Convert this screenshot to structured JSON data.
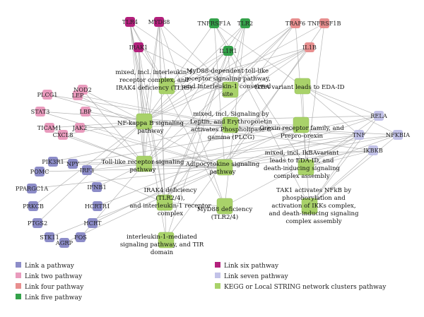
{
  "colors": {
    "one": "#8c8cc8",
    "two": "#e99bbd",
    "four": "#e88f8f",
    "five": "#34a24a",
    "six": "#b3207c",
    "seven": "#c2c2e8",
    "cluster": "#a9d26a",
    "edge": "#a8a8a8"
  },
  "genes": [
    {
      "id": "TLR4",
      "label": "TLR4",
      "group": "six"
    },
    {
      "id": "MYD88",
      "label": "MYD88",
      "group": "six"
    },
    {
      "id": "IRAK1",
      "label": "IRAK1",
      "group": "six"
    },
    {
      "id": "TNFRSF1A",
      "label": "TNFRSF1A",
      "group": "five"
    },
    {
      "id": "TLR2",
      "label": "TLR2",
      "group": "five"
    },
    {
      "id": "IL1R1",
      "label": "IL1R1",
      "group": "five"
    },
    {
      "id": "TRAF6",
      "label": "TRAF6",
      "group": "four"
    },
    {
      "id": "TNFRSF1B",
      "label": "TNFRSF1B",
      "group": "four"
    },
    {
      "id": "IL1B",
      "label": "IL1B",
      "group": "four"
    },
    {
      "id": "NOD2",
      "label": "NOD2",
      "group": "two"
    },
    {
      "id": "PLCG1",
      "label": "PLCG1",
      "group": "two"
    },
    {
      "id": "LEP",
      "label": "LEP",
      "group": "two"
    },
    {
      "id": "STAT3",
      "label": "STAT3",
      "group": "two"
    },
    {
      "id": "LBP",
      "label": "LBP",
      "group": "two"
    },
    {
      "id": "TICAM1",
      "label": "TICAM1",
      "group": "two"
    },
    {
      "id": "JAK2",
      "label": "JAK2",
      "group": "two"
    },
    {
      "id": "CXCL8",
      "label": "CXCL8",
      "group": "two"
    },
    {
      "id": "RELA",
      "label": "RELA",
      "group": "seven"
    },
    {
      "id": "TNF",
      "label": "TNF",
      "group": "seven"
    },
    {
      "id": "NFKBIA",
      "label": "NFKBIA",
      "group": "seven"
    },
    {
      "id": "IKBKB",
      "label": "IKBKB",
      "group": "seven"
    },
    {
      "id": "PIK3R1",
      "label": "PIK3R1",
      "group": "one"
    },
    {
      "id": "NPY",
      "label": "NPY",
      "group": "one"
    },
    {
      "id": "POMC",
      "label": "POMC",
      "group": "one"
    },
    {
      "id": "IRF3",
      "label": "IRF3",
      "group": "one"
    },
    {
      "id": "PPARGC1A",
      "label": "PPARGC1A",
      "group": "one"
    },
    {
      "id": "IFNB1",
      "label": "IFNB1",
      "group": "one"
    },
    {
      "id": "PRKCB",
      "label": "PRKCB",
      "group": "one"
    },
    {
      "id": "HCRTR1",
      "label": "HCRTR1",
      "group": "one"
    },
    {
      "id": "PTGS2",
      "label": "PTGS2",
      "group": "one"
    },
    {
      "id": "HCRT",
      "label": "HCRT",
      "group": "one"
    },
    {
      "id": "STK11",
      "label": "STK11",
      "group": "one"
    },
    {
      "id": "FOS",
      "label": "FOS",
      "group": "one"
    },
    {
      "id": "AGRP",
      "label": "AGRP",
      "group": "one"
    }
  ],
  "clusters": [
    {
      "id": "c_tlr5",
      "lines": [
        "mixed, incl. interleukin-1",
        "receptor complex, and",
        "IRAK4 deficiency (TLR5)"
      ]
    },
    {
      "id": "c_myd88tl",
      "lines": [
        "MyD88-dependent toll-like",
        "receptor signaling pathway,",
        "and Interleukin-1 conserved",
        "site"
      ]
    },
    {
      "id": "c_ikba",
      "lines": [
        "IkBA variant leads to EDA-ID"
      ]
    },
    {
      "id": "c_nfkb",
      "lines": [
        "NF-kappa B signaling",
        "pathway"
      ]
    },
    {
      "id": "c_leptin",
      "lines": [
        "mixed, incl. Signaling by",
        "Leptin, and Erythropoietin",
        "activates Phospholipase C",
        "gamma (PLCG)"
      ]
    },
    {
      "id": "c_orexin",
      "lines": [
        "Orexin receptor family, and",
        "Prepro-orexin"
      ]
    },
    {
      "id": "c_tollsig",
      "lines": [
        "Toll-like receptor signaling",
        "pathway"
      ]
    },
    {
      "id": "c_adipo",
      "lines": [
        "Adipocytokine signaling",
        "pathway"
      ]
    },
    {
      "id": "c_ikbavar",
      "lines": [
        "mixed, incl. IkBAvariant",
        "leads to EDA-ID, and",
        "death-inducing signaling",
        "complex assembly"
      ]
    },
    {
      "id": "c_irak4",
      "lines": [
        "IRAK4 deficiency",
        "(TLR2/4),",
        "and interleukin-1 receptor",
        "complex"
      ]
    },
    {
      "id": "c_myd88def",
      "lines": [
        "MyD88 deficiency",
        "(TLR2/4)"
      ]
    },
    {
      "id": "c_tak1",
      "lines": [
        "TAK1 activates NFkB by",
        "phosphorylation and",
        "activation of IKKs complex,",
        "and death-inducing signaling",
        "complex assembly"
      ]
    },
    {
      "id": "c_il1med",
      "lines": [
        "interleukin-1-mediated",
        "signaling pathway, and TIR",
        "domain"
      ]
    }
  ],
  "edges": [
    [
      "TLR4",
      "c_tlr5"
    ],
    [
      "TLR4",
      "c_nfkb"
    ],
    [
      "TLR4",
      "c_tollsig"
    ],
    [
      "TLR4",
      "c_irak4"
    ],
    [
      "TLR4",
      "c_myd88def"
    ],
    [
      "TLR4",
      "c_myd88tl"
    ],
    [
      "TLR4",
      "c_il1med"
    ],
    [
      "MYD88",
      "c_tlr5"
    ],
    [
      "MYD88",
      "c_myd88tl"
    ],
    [
      "MYD88",
      "c_tollsig"
    ],
    [
      "MYD88",
      "c_irak4"
    ],
    [
      "MYD88",
      "c_myd88def"
    ],
    [
      "MYD88",
      "c_il1med"
    ],
    [
      "MYD88",
      "c_nfkb"
    ],
    [
      "IRAK1",
      "c_tlr5"
    ],
    [
      "IRAK1",
      "c_myd88tl"
    ],
    [
      "IRAK1",
      "c_tollsig"
    ],
    [
      "IRAK1",
      "c_irak4"
    ],
    [
      "IRAK1",
      "c_nfkb"
    ],
    [
      "TNFRSF1A",
      "c_nfkb"
    ],
    [
      "TNFRSF1A",
      "c_adipo"
    ],
    [
      "TNFRSF1A",
      "c_ikbavar"
    ],
    [
      "TNFRSF1A",
      "c_tak1"
    ],
    [
      "TNFRSF1A",
      "c_ikba"
    ],
    [
      "TLR2",
      "c_tollsig"
    ],
    [
      "TLR2",
      "c_irak4"
    ],
    [
      "TLR2",
      "c_myd88def"
    ],
    [
      "TLR2",
      "c_nfkb"
    ],
    [
      "TLR2",
      "c_myd88tl"
    ],
    [
      "IL1R1",
      "c_tlr5"
    ],
    [
      "IL1R1",
      "c_myd88tl"
    ],
    [
      "IL1R1",
      "c_irak4"
    ],
    [
      "IL1R1",
      "c_il1med"
    ],
    [
      "IL1R1",
      "c_nfkb"
    ],
    [
      "TRAF6",
      "c_myd88tl"
    ],
    [
      "TRAF6",
      "c_tollsig"
    ],
    [
      "TRAF6",
      "c_nfkb"
    ],
    [
      "TRAF6",
      "c_tak1"
    ],
    [
      "TRAF6",
      "c_irak4"
    ],
    [
      "TNFRSF1B",
      "c_adipo"
    ],
    [
      "TNFRSF1B",
      "c_ikbavar"
    ],
    [
      "TNFRSF1B",
      "c_nfkb"
    ],
    [
      "IL1B",
      "c_tlr5"
    ],
    [
      "IL1B",
      "c_nfkb"
    ],
    [
      "IL1B",
      "c_tollsig"
    ],
    [
      "IL1B",
      "c_il1med"
    ],
    [
      "IL1B",
      "c_myd88tl"
    ],
    [
      "NOD2",
      "c_nfkb"
    ],
    [
      "NOD2",
      "c_tollsig"
    ],
    [
      "PLCG1",
      "c_leptin"
    ],
    [
      "PLCG1",
      "c_nfkb"
    ],
    [
      "LEP",
      "c_leptin"
    ],
    [
      "LEP",
      "c_adipo"
    ],
    [
      "STAT3",
      "c_leptin"
    ],
    [
      "STAT3",
      "c_adipo"
    ],
    [
      "LBP",
      "c_nfkb"
    ],
    [
      "LBP",
      "c_tollsig"
    ],
    [
      "TICAM1",
      "c_tollsig"
    ],
    [
      "TICAM1",
      "c_nfkb"
    ],
    [
      "JAK2",
      "c_leptin"
    ],
    [
      "JAK2",
      "c_adipo"
    ],
    [
      "CXCL8",
      "c_tollsig"
    ],
    [
      "CXCL8",
      "c_nfkb"
    ],
    [
      "RELA",
      "c_nfkb"
    ],
    [
      "RELA",
      "c_ikba"
    ],
    [
      "RELA",
      "c_ikbavar"
    ],
    [
      "RELA",
      "c_adipo"
    ],
    [
      "RELA",
      "c_tollsig"
    ],
    [
      "RELA",
      "c_tak1"
    ],
    [
      "TNF",
      "c_nfkb"
    ],
    [
      "TNF",
      "c_ikba"
    ],
    [
      "TNF",
      "c_ikbavar"
    ],
    [
      "TNF",
      "c_adipo"
    ],
    [
      "TNF",
      "c_tollsig"
    ],
    [
      "TNF",
      "c_tak1"
    ],
    [
      "TNF",
      "c_myd88def"
    ],
    [
      "NFKBIA",
      "c_nfkb"
    ],
    [
      "NFKBIA",
      "c_ikba"
    ],
    [
      "NFKBIA",
      "c_ikbavar"
    ],
    [
      "NFKBIA",
      "c_adipo"
    ],
    [
      "NFKBIA",
      "c_tollsig"
    ],
    [
      "NFKBIA",
      "c_tak1"
    ],
    [
      "IKBKB",
      "c_nfkb"
    ],
    [
      "IKBKB",
      "c_ikbavar"
    ],
    [
      "IKBKB",
      "c_tak1"
    ],
    [
      "IKBKB",
      "c_adipo"
    ],
    [
      "IKBKB",
      "c_tollsig"
    ],
    [
      "PIK3R1",
      "c_tollsig"
    ],
    [
      "PIK3R1",
      "c_leptin"
    ],
    [
      "NPY",
      "c_adipo"
    ],
    [
      "NPY",
      "c_orexin"
    ],
    [
      "POMC",
      "c_adipo"
    ],
    [
      "IRF3",
      "c_tollsig"
    ],
    [
      "IRF3",
      "c_irak4"
    ],
    [
      "PPARGC1A",
      "c_adipo"
    ],
    [
      "IFNB1",
      "c_tollsig"
    ],
    [
      "HCRTR1",
      "c_orexin"
    ],
    [
      "HCRT",
      "c_orexin"
    ],
    [
      "PRKCB",
      "c_nfkb"
    ],
    [
      "PTGS2",
      "c_nfkb"
    ],
    [
      "STK11",
      "c_adipo"
    ],
    [
      "FOS",
      "c_tollsig"
    ],
    [
      "AGRP",
      "c_adipo"
    ],
    [
      "c_nfkb",
      "c_tollsig"
    ],
    [
      "c_leptin",
      "c_orexin"
    ],
    [
      "c_tollsig",
      "c_adipo"
    ],
    [
      "c_irak4",
      "c_myd88def"
    ],
    [
      "c_tlr5",
      "c_myd88tl"
    ],
    [
      "c_ikba",
      "c_ikbavar"
    ]
  ],
  "legend": [
    {
      "group": "one",
      "label": "Link a pathway"
    },
    {
      "group": "two",
      "label": "Link two pathway"
    },
    {
      "group": "four",
      "label": "Link four pathway"
    },
    {
      "group": "five",
      "label": "Link five pathway"
    },
    {
      "group": "six",
      "label": "Link six pathway"
    },
    {
      "group": "seven",
      "label": "Link seven pathway"
    },
    {
      "group": "cluster",
      "label": "KEGG or Local STRING network clusters pathway"
    }
  ]
}
